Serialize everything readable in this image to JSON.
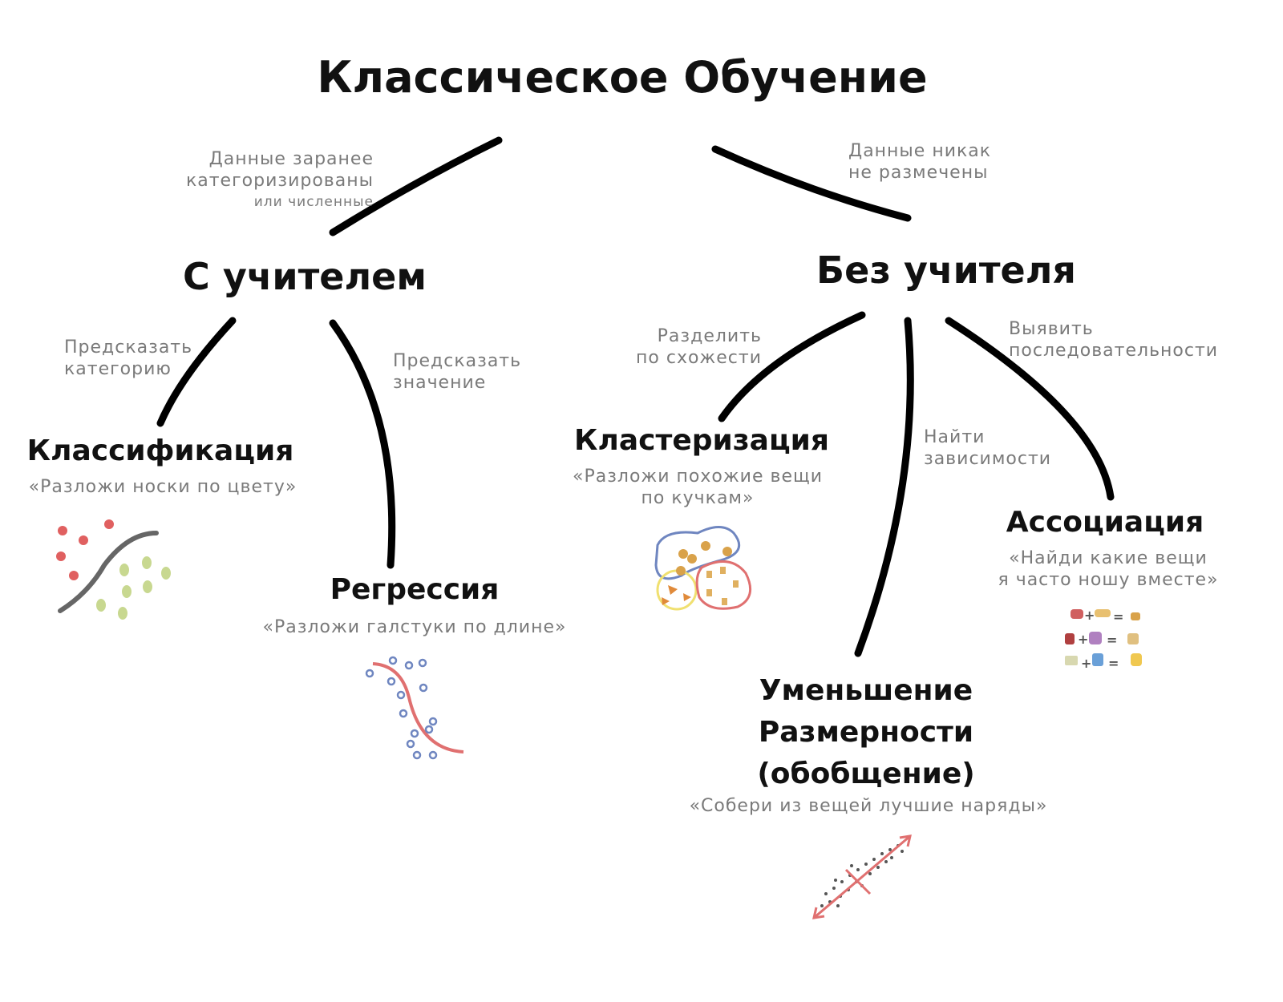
{
  "title": "Классическое Обучение",
  "edges": {
    "supervised_condition": [
      "Данные заранее",
      "категоризированы",
      "или численные"
    ],
    "unsupervised_condition": [
      "Данные никак",
      "не размечены"
    ],
    "classification_goal": [
      "Предсказать",
      "категорию"
    ],
    "regression_goal": [
      "Предсказать",
      "значение"
    ],
    "clustering_goal": [
      "Разделить",
      "по схожести"
    ],
    "dimreduction_goal": [
      "Найти",
      "зависимости"
    ],
    "association_goal": [
      "Выявить",
      "последовательности"
    ]
  },
  "branches": {
    "supervised": "С учителем",
    "unsupervised": "Без учителя"
  },
  "methods": {
    "classification": {
      "title": "Классификация",
      "example": "«Разложи носки по цвету»"
    },
    "regression": {
      "title": "Регрессия",
      "example": "«Разложи галстуки по длине»"
    },
    "clustering": {
      "title": "Кластеризация",
      "example": [
        "«Разложи похожие вещи",
        "по кучкам»"
      ]
    },
    "association": {
      "title": "Ассоциация",
      "example": [
        "«Найди какие вещи",
        "я часто ношу вместе»"
      ]
    },
    "dim_reduction": {
      "title": [
        "Уменьшение",
        "Размерности",
        "(обобщение)"
      ],
      "example": "«Собери из вещей лучшие наряды»"
    }
  },
  "colors": {
    "line": "#000000",
    "label": "#7a7a7a",
    "red": "#e07070",
    "blue": "#6f86c0",
    "yellow": "#f0e070"
  }
}
